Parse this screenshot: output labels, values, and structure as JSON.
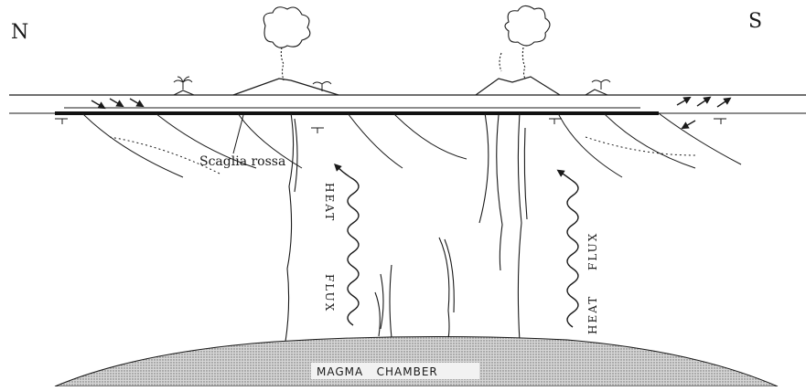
{
  "compass": {
    "north": "N",
    "south": "S"
  },
  "labels": {
    "formation": "Scaglia rossa",
    "magma": "MAGMA   CHAMBER",
    "heat_left_top": "HEAT",
    "heat_left_bottom": "FLUX",
    "heat_right_top": "FLUX",
    "heat_right_bottom": "HEAT"
  },
  "colors": {
    "ink": "#1a1a1a",
    "magma_fill": "#bdbdbd"
  },
  "icons": [
    "volcano-icon",
    "plume-icon",
    "palm-tree-icon",
    "arrow-icon"
  ]
}
